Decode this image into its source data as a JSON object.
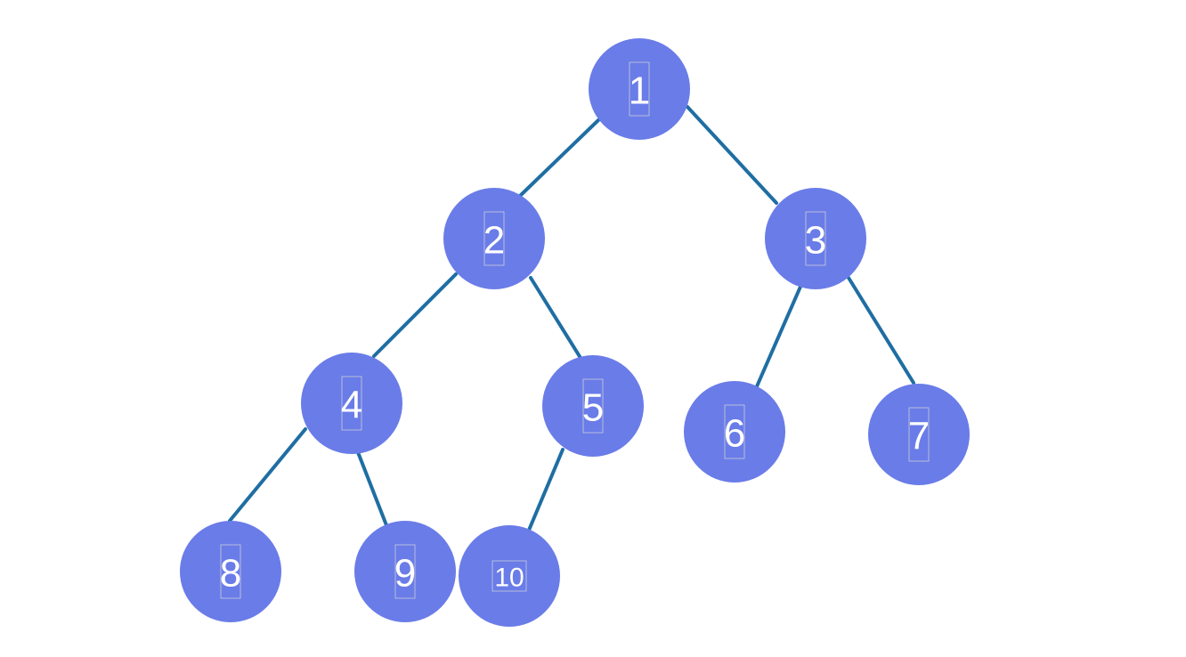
{
  "colors": {
    "node_fill": "#6a7ce8",
    "edge": "#1f6ea3",
    "label_text": "#ffffff",
    "background": "#ffffff"
  },
  "tree": {
    "nodes": [
      {
        "id": "1",
        "label": "1"
      },
      {
        "id": "2",
        "label": "2"
      },
      {
        "id": "3",
        "label": "3"
      },
      {
        "id": "4",
        "label": "4"
      },
      {
        "id": "5",
        "label": "5"
      },
      {
        "id": "6",
        "label": "6"
      },
      {
        "id": "7",
        "label": "7"
      },
      {
        "id": "8",
        "label": "8"
      },
      {
        "id": "9",
        "label": "9"
      },
      {
        "id": "10",
        "label": "10"
      }
    ],
    "edges": [
      {
        "from": "1",
        "to": "2"
      },
      {
        "from": "1",
        "to": "3"
      },
      {
        "from": "2",
        "to": "4"
      },
      {
        "from": "2",
        "to": "5"
      },
      {
        "from": "3",
        "to": "6"
      },
      {
        "from": "3",
        "to": "7"
      },
      {
        "from": "4",
        "to": "8"
      },
      {
        "from": "4",
        "to": "9"
      },
      {
        "from": "5",
        "to": "10"
      }
    ]
  }
}
